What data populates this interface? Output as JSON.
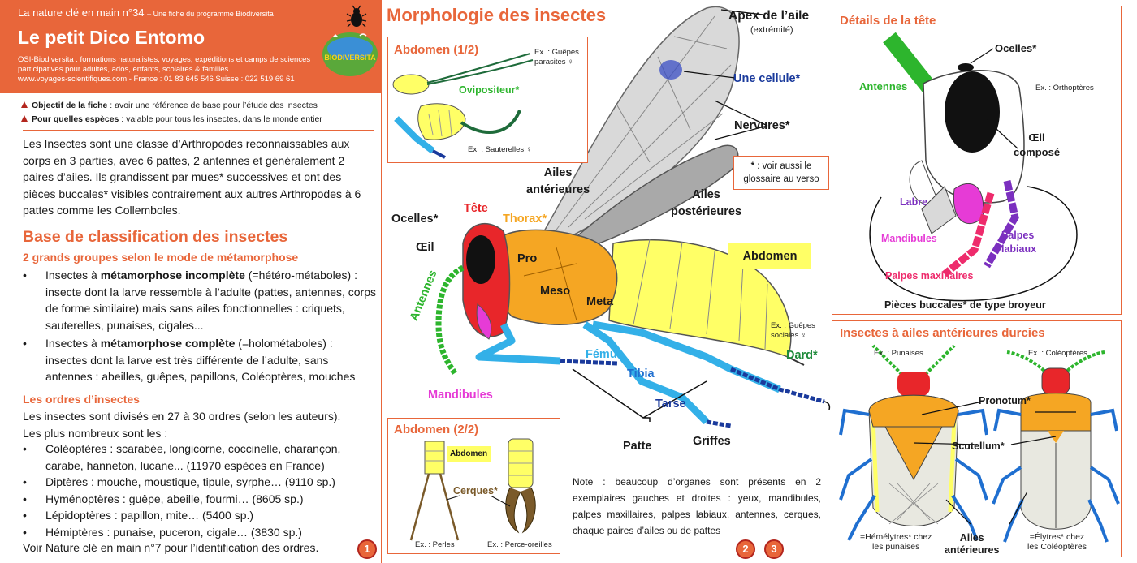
{
  "header": {
    "series": "La nature clé en main n°34",
    "series_sub": "– Une fiche du programme Biodiversita",
    "title": "Le petit Dico Entomo",
    "desc": "OSI-Biodiversita : formations naturalistes, voyages, expéditions et camps de sciences participatives pour adultes, ados, enfants, scolaires & familles",
    "contact": "www.voyages-scientifiques.com - France : 01 83 645 546  Suisse : 022 519 69 61",
    "logo_text": "BIODIVERSITA"
  },
  "objectives": [
    {
      "label": "Objectif de la fiche",
      "text": " : avoir une référence de base pour l’étude des insectes"
    },
    {
      "label": "Pour quelles espèces",
      "text": " : valable pour tous les insectes, dans le monde entier"
    }
  ],
  "intro": "Les Insectes sont une classe d’Arthropodes reconnaissables aux corps en 3 parties, avec 6 pattes, 2 antennes et généralement 2 paires d’ailes. Ils grandissent par mues* successives et ont des pièces buccales* visibles contrairement aux autres Arthropodes à 6 pattes comme les Collemboles.",
  "classification": {
    "title": "Base de classification des insectes",
    "subtitle": "2 grands groupes selon le mode de métamorphose",
    "items": [
      {
        "pre": "Insectes à ",
        "bold": "métamorphose incomplète",
        "post": " (=hétéro-métaboles) : insecte dont la larve ressemble à l’adulte (pattes, antennes, corps de forme similaire) mais sans ailes fonctionnelles : criquets, sauterelles, punaises, cigales..."
      },
      {
        "pre": "Insectes à ",
        "bold": "métamorphose complète",
        "post": " (=holométaboles) : insectes dont la larve est très différente de l’adulte, sans antennes : abeilles, guêpes, papillons, Coléoptères, mouches"
      }
    ]
  },
  "orders": {
    "title": "Les ordres d’insectes",
    "intro1": "Les insectes sont divisés en 27 à 30 ordres (selon les auteurs).",
    "intro2": "Les plus nombreux sont les :",
    "items": [
      "Coléoptères : scarabée, longicorne, coccinelle, charançon, carabe, hanneton, lucane... (11970 espèces en France)",
      "Diptères : mouche, moustique, tipule, syrphe… (9110 sp.)",
      "Hyménoptères : guêpe, abeille, fourmi… (8605 sp.)",
      "Lépidoptères : papillon, mite… (5400 sp.)",
      "Hémiptères : punaise, puceron, cigale… (3830 sp.)"
    ],
    "footer": "Voir Nature clé en main n°7 pour l’identification des ordres."
  },
  "pages": [
    "1",
    "2",
    "3"
  ],
  "morpho": {
    "title": "Morphologie des insectes",
    "labels": {
      "apex": "Apex de l’aile",
      "apex_sub": "(extrémité)",
      "cellule": "Une cellule*",
      "nervures": "Nervures*",
      "ailes_ant": "Ailes\nantérieures",
      "ailes_post": "Ailes\npostérieures",
      "ocelles": "Ocelles*",
      "tete": "Tête",
      "thorax": "Thorax*",
      "oeil": "Œil",
      "pro": "Pro",
      "meso": "Meso",
      "meta": "Meta",
      "abdomen": "Abdomen",
      "antennes": "Antennes",
      "mandibules": "Mandibules",
      "femur": "Fémur",
      "tibia": "Tibia",
      "tarse": "Tarse",
      "griffes": "Griffes",
      "patte": "Patte",
      "dard": "Dard*",
      "guepes_sociales": "Ex. : Guêpes\nsociales ♀"
    },
    "glossary_note": {
      "star": "*",
      "text": " : voir aussi le glossaire au verso"
    },
    "note": "Note : beaucoup d’organes sont présents en 2 exemplaires gauches et droites : yeux, mandibules, palpes maxillaires, palpes labiaux, antennes, cerques, chaque paires d’ailes ou de pattes"
  },
  "abdomen1": {
    "title": "Abdomen (1/2)",
    "ex_guepes": "Ex. : Guêpes\nparasites ♀",
    "ovipositeur": "Ovipositeur*",
    "ex_sauterelles": "Ex. : Sauterelles ♀"
  },
  "abdomen2": {
    "title": "Abdomen (2/2)",
    "abdomen_tag": "Abdomen",
    "cerques": "Cerques*",
    "ex_perles": "Ex. : Perles",
    "ex_perce": "Ex. : Perce-oreilles"
  },
  "tete": {
    "title": "Détails de la tête",
    "ocelles": "Ocelles*",
    "antennes": "Antennes",
    "ex": "Ex. : Orthoptères",
    "oeil": "Œil\ncomposé",
    "labre": "Labre",
    "mandibules": "Mandibules",
    "palpes_labiaux": "Palpes\nlabiaux",
    "palpes_max": "Palpes maxillaires",
    "caption": "Pièces buccales* de type broyeur"
  },
  "durcies": {
    "title": "Insectes à ailes antérieures durcies",
    "ex_punaises": "Ex. : Punaises",
    "ex_coleo": "Ex. : Coléoptères",
    "pronotum": "Pronotum*",
    "scutellum": "Scutellum*",
    "hemelytres": "=Hémélytres* chez\nles punaises",
    "ailes_ant": "Ailes\nantérieures",
    "elytres": "=Élytres* chez\nles Coléoptères"
  },
  "colors": {
    "accent": "#e8663a",
    "thorax": "#f5a623",
    "abdomen": "#ffff66",
    "head": "#e8262a",
    "antenna": "#2db52d",
    "leg_light": "#33b0e8",
    "leg_dark": "#1a3a9c",
    "mandible": "#e63bd6",
    "labial": "#7b2fbf",
    "maxillary": "#ee2b6c"
  }
}
